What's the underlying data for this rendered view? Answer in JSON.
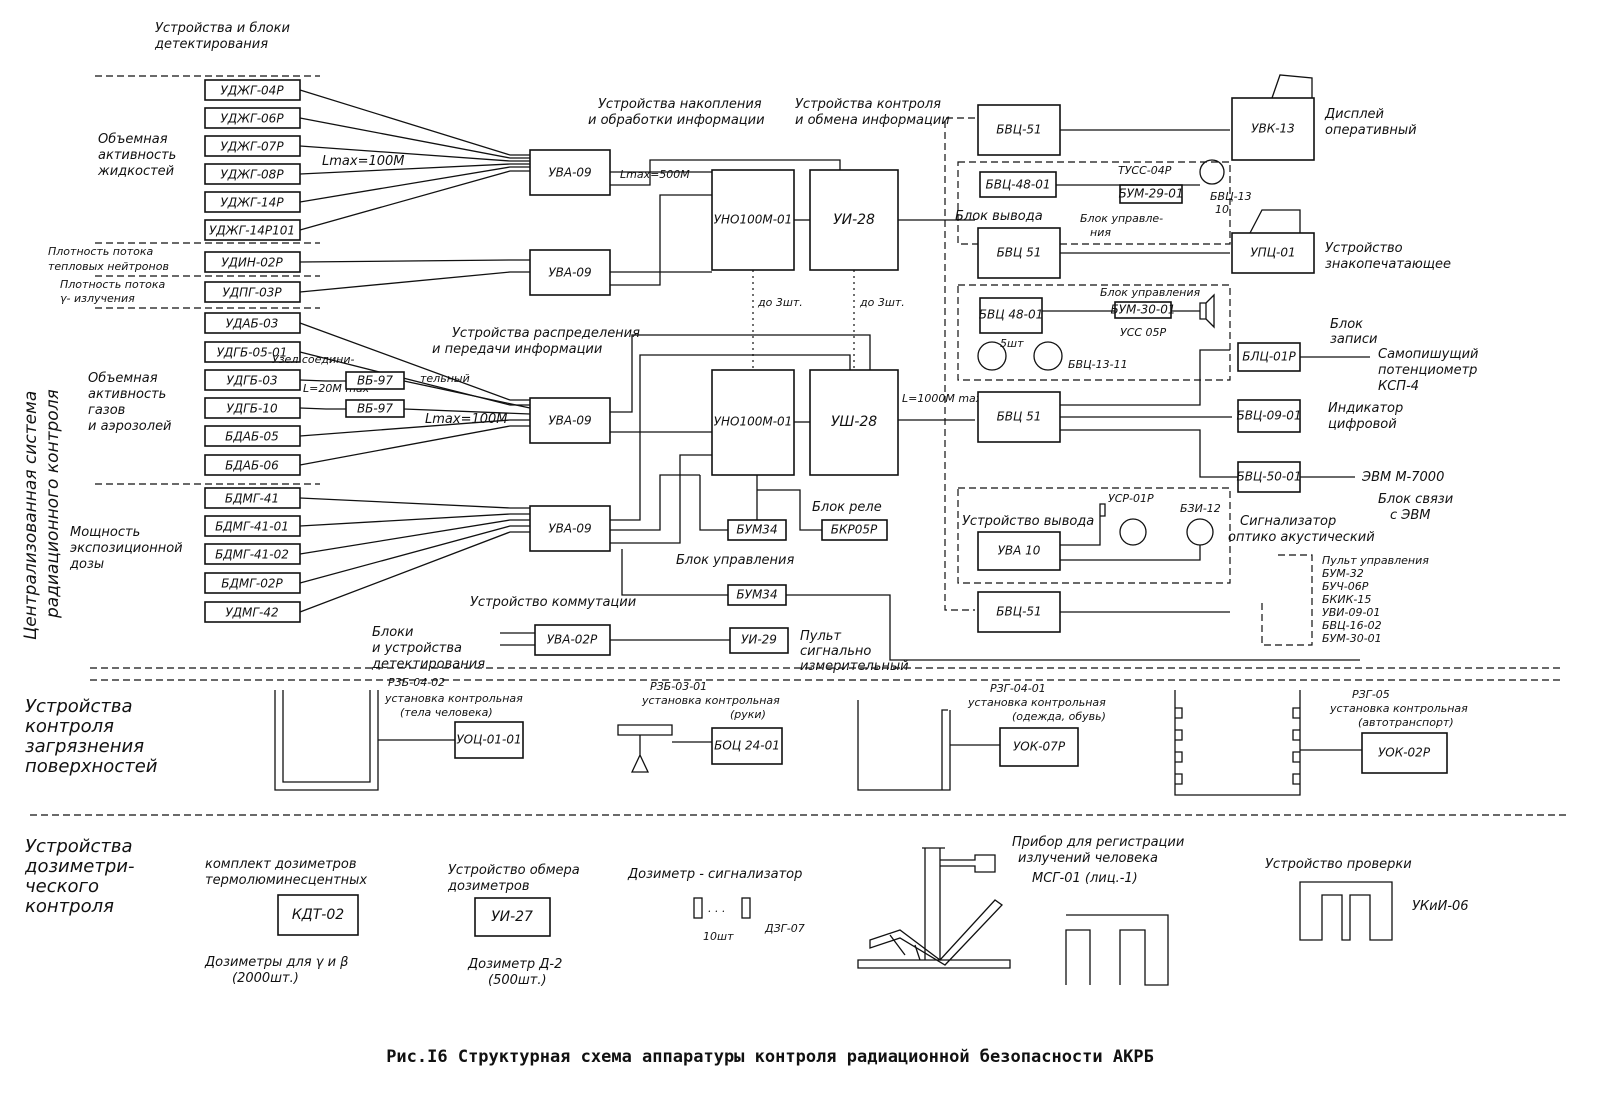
{
  "title": "Рис.I6 Структурная схема аппаратуры контроля радиационной безопасности АКРБ",
  "headers": {
    "detection_blocks": [
      "Устройства и блоки",
      "детектирования"
    ],
    "accumulation": [
      "Устройства накопления",
      "и обработки информации"
    ],
    "control_exchange": [
      "Устройства контроля",
      "и обмена информации"
    ],
    "distribution": [
      "Устройства распределения",
      "и передачи информации"
    ],
    "commutation": "Устройство коммутации",
    "control_block": "Блок управления",
    "relay_block": "Блок реле",
    "node": [
      "Узел соедини-",
      "тельный"
    ],
    "output_block": "Блок вывода",
    "blocks_detect": [
      "Блоки",
      "и устройства",
      "детектирования"
    ],
    "system_vertical": [
      "Централизованная система",
      "радиационного контроля"
    ]
  },
  "measure_groups": {
    "liquids": [
      "Объемная",
      "активность",
      "жидкостей"
    ],
    "neutrons": [
      "Плотность потока",
      "тепловых нейтронов"
    ],
    "gamma": [
      "Плотность потока",
      "γ- излучения"
    ],
    "gases": [
      "Объемная",
      "активность",
      "газов",
      "и аэрозолей"
    ],
    "dose": [
      "Мощность",
      "экспозиционной",
      "дозы"
    ]
  },
  "detectors": [
    {
      "id": "d1",
      "label": "УДЖГ-04Р"
    },
    {
      "id": "d2",
      "label": "УДЖГ-06Р"
    },
    {
      "id": "d3",
      "label": "УДЖГ-07Р"
    },
    {
      "id": "d4",
      "label": "УДЖГ-08Р"
    },
    {
      "id": "d5",
      "label": "УДЖГ-14Р"
    },
    {
      "id": "d6",
      "label": "УДЖГ-14Р101"
    },
    {
      "id": "d7",
      "label": "УДИН-02Р"
    },
    {
      "id": "d8",
      "label": "УДПГ-03Р"
    },
    {
      "id": "d9",
      "label": "УДАБ-03"
    },
    {
      "id": "d10",
      "label": "УДГБ-05-01"
    },
    {
      "id": "d11",
      "label": "УДГБ-03"
    },
    {
      "id": "d12",
      "label": "УДГБ-10"
    },
    {
      "id": "d13",
      "label": "БДАБ-05"
    },
    {
      "id": "d14",
      "label": "БДАБ-06"
    },
    {
      "id": "d15",
      "label": "БДМГ-41"
    },
    {
      "id": "d16",
      "label": "БДМГ-41-01"
    },
    {
      "id": "d17",
      "label": "БДМГ-41-02"
    },
    {
      "id": "d18",
      "label": "БДМГ-02Р"
    },
    {
      "id": "d19",
      "label": "УДМГ-42"
    }
  ],
  "blocks": {
    "uva1": "УВА-09",
    "uva2": "УВА-09",
    "uva3": "УВА-09",
    "uva4": "УВА-09",
    "uva5": "УВА-02Р",
    "uno1": "УНО100М-01",
    "uno2": "УНО100М-01",
    "ui1": "УИ-28",
    "ui2": "УШ-28",
    "vb1": "ВБ-97",
    "vb2": "ВБ-97",
    "bum1": "БУМ34",
    "bum2": "БУМ34",
    "bkr": "БКР05Р",
    "ui29": "УИ-29",
    "bvc1": "БВЦ-51",
    "bvc48": "БВЦ-48-01",
    "bum29": "БУМ-29-01",
    "bvc2": "БВЦ 51",
    "bvc48b": "БВЦ 48-01",
    "bum30": "БУМ-30-01",
    "bvc3": "БВЦ 51",
    "uva10": "УВА 10",
    "bvc4": "БВЦ-51",
    "uvk": "УВК-13",
    "upc": "УПЦ-01",
    "blc": "БЛЦ-01Р",
    "bvi": "БВЦ-09-01",
    "bvc50": "БВЦ-50-01"
  },
  "right_labels": {
    "display": [
      "Дисплей",
      "оперативный"
    ],
    "printer": [
      "Устройство",
      "знакопечатающее"
    ],
    "record": [
      "Блок",
      "записи"
    ],
    "plotter": [
      "Самопишущий",
      "потенциометр",
      "КСП-4"
    ],
    "indicator": [
      "Индикатор",
      "цифровой"
    ],
    "evm": "ЭВМ М-7000",
    "evm_link": [
      "Блок связи",
      "с ЭВМ"
    ],
    "signal": [
      "Сигнализатор",
      "оптико акустический"
    ],
    "output_dev": "Устройство вывода",
    "panel": [
      "Пульт управления",
      "БУМ-32",
      "БУЧ-06Р",
      "БКИК-15",
      "УВИ-09-01",
      "БВЦ-16-02",
      "БУМ-30-01"
    ],
    "pult_sig": [
      "Пульт",
      "сигнально",
      "измерительный"
    ],
    "tuss": "ТУСС-04Р",
    "bvc13": "БВЦ-13",
    "ten": "10",
    "control_block_a": [
      "Блок управле-",
      "ния"
    ],
    "control_block_b": "Блок управления",
    "uss": "УСС 05Р",
    "five": "5шт",
    "bvc1311": "БВЦ-13-11",
    "usr": "УСР-01Р",
    "bzi": "БЗИ-12"
  },
  "annotations": {
    "lmax1": "Lmax=100М",
    "lmax2": "Lmax=500М",
    "lmax3": "Lmax=100М",
    "l20": "L=20М max",
    "l1000": "L=1000М max",
    "upto1": "до 3шт.",
    "upto2": "до 3шт."
  },
  "surface": {
    "title": [
      "Устройства",
      "контроля",
      "загрязнения",
      "поверхностей"
    ],
    "items": [
      {
        "model": "РЗБ-04-02",
        "desc": [
          "установка контрольная",
          "(тела человека)"
        ],
        "unit": "УОЦ-01-01"
      },
      {
        "model": "РЗБ-03-01",
        "desc": [
          "установка контрольная",
          "(руки)"
        ],
        "unit": "БОЦ 24-01"
      },
      {
        "model": "РЗГ-04-01",
        "desc": [
          "установка контрольная",
          "(одежда, обувь)"
        ],
        "unit": "УОК-07Р"
      },
      {
        "model": "РЗГ-05",
        "desc": [
          "установка контрольная",
          "(автотранспорт)"
        ],
        "unit": "УОК-02Р"
      }
    ]
  },
  "dosimetry": {
    "title": [
      "Устройства",
      "дозиметри-",
      "ческого",
      "контроля"
    ],
    "kdt_title": [
      "комплект дозиметров",
      "термолюминесцентных"
    ],
    "kdt": "КДТ-02",
    "kdt_note": [
      "Дозиметры для γ и β",
      "(2000шт.)"
    ],
    "ui27_title": [
      "Устройство обмера",
      "дозиметров"
    ],
    "ui27": "УИ-27",
    "ui27_note": [
      "Дозиметр Д-2",
      "(500шт.)"
    ],
    "signal_title": "Дозиметр - сигнализатор",
    "signal_qty": "10шт",
    "signal_model": "ДЗГ-07",
    "msg_title": [
      "Прибор для регистрации",
      "излучений человека"
    ],
    "msg_model": "МСГ-01 (лиц.-1)",
    "check_title": "Устройство проверки",
    "check_model": "УКиИ-06"
  },
  "colors": {
    "ink": "#111111",
    "paper": "#ffffff"
  }
}
